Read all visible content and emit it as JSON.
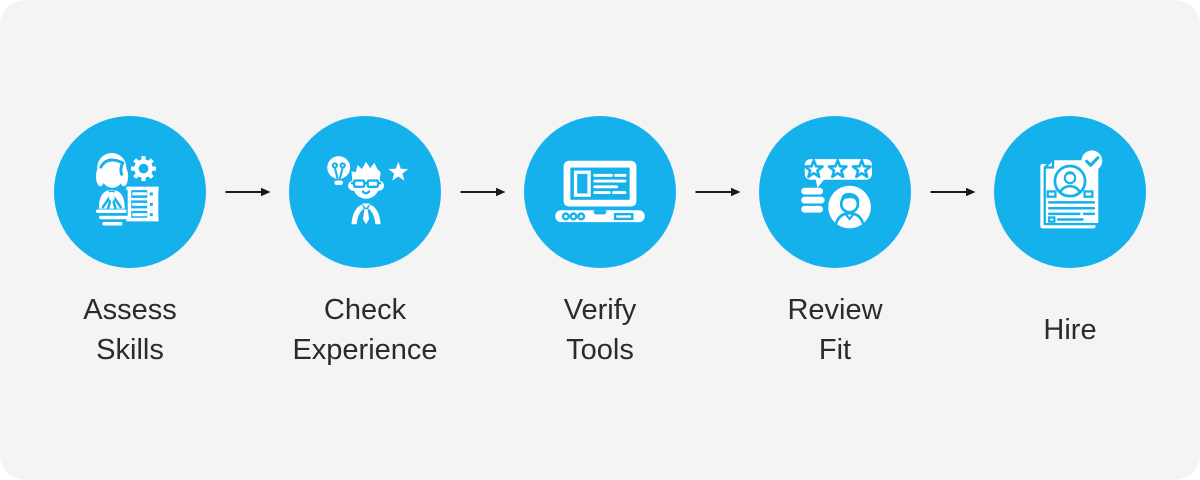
{
  "colors": {
    "accent": "#14b1ec",
    "panel_bg": "#f4f4f5",
    "page_bg": "#ffffff",
    "text": "#2b2b2b",
    "connector": "#1a1a1a"
  },
  "diagram": {
    "type": "process-flow",
    "direction": "left-to-right",
    "connector_style": "thin-right-arrow",
    "steps": [
      {
        "id": "assess-skills",
        "label": "Assess\nSkills",
        "icon": "person-gear-server-icon"
      },
      {
        "id": "check-experience",
        "label": "Check\nExperience",
        "icon": "person-idea-star-icon"
      },
      {
        "id": "verify-tools",
        "label": "Verify\nTools",
        "icon": "laptop-icon"
      },
      {
        "id": "review-fit",
        "label": "Review\nFit",
        "icon": "rating-person-icon"
      },
      {
        "id": "hire",
        "label": "Hire",
        "icon": "resume-approved-icon"
      }
    ]
  }
}
